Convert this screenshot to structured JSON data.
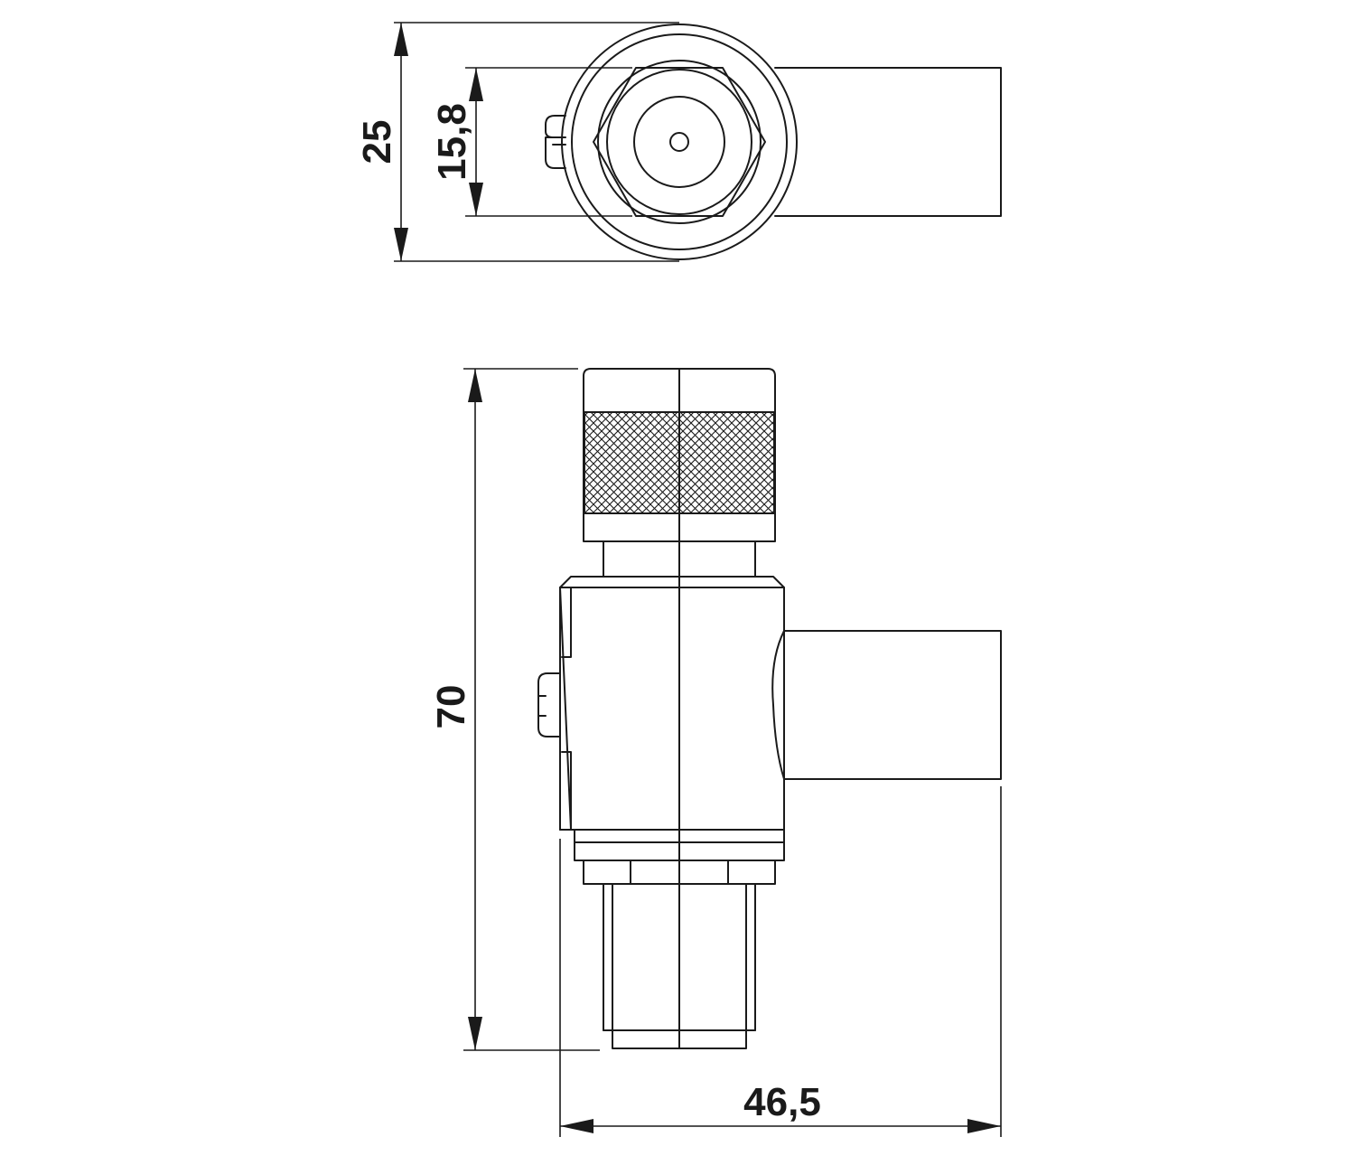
{
  "dimensions": {
    "front_outer_diameter": "25",
    "front_hex_size": "15,8",
    "side_height": "70",
    "side_width": "46,5"
  }
}
